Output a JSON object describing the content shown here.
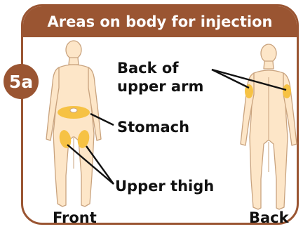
{
  "header": {
    "title": "Areas on body for injection"
  },
  "badge": {
    "text": "5a"
  },
  "labels": {
    "back_upper_arm": "Back of\nupper arm",
    "stomach": "Stomach",
    "upper_thigh": "Upper thigh",
    "front": "Front",
    "back": "Back"
  },
  "colors": {
    "brand": "#9a5532",
    "skin": "#fde6c8",
    "outline": "#c9a37e",
    "injection_area": "#f6c244"
  }
}
